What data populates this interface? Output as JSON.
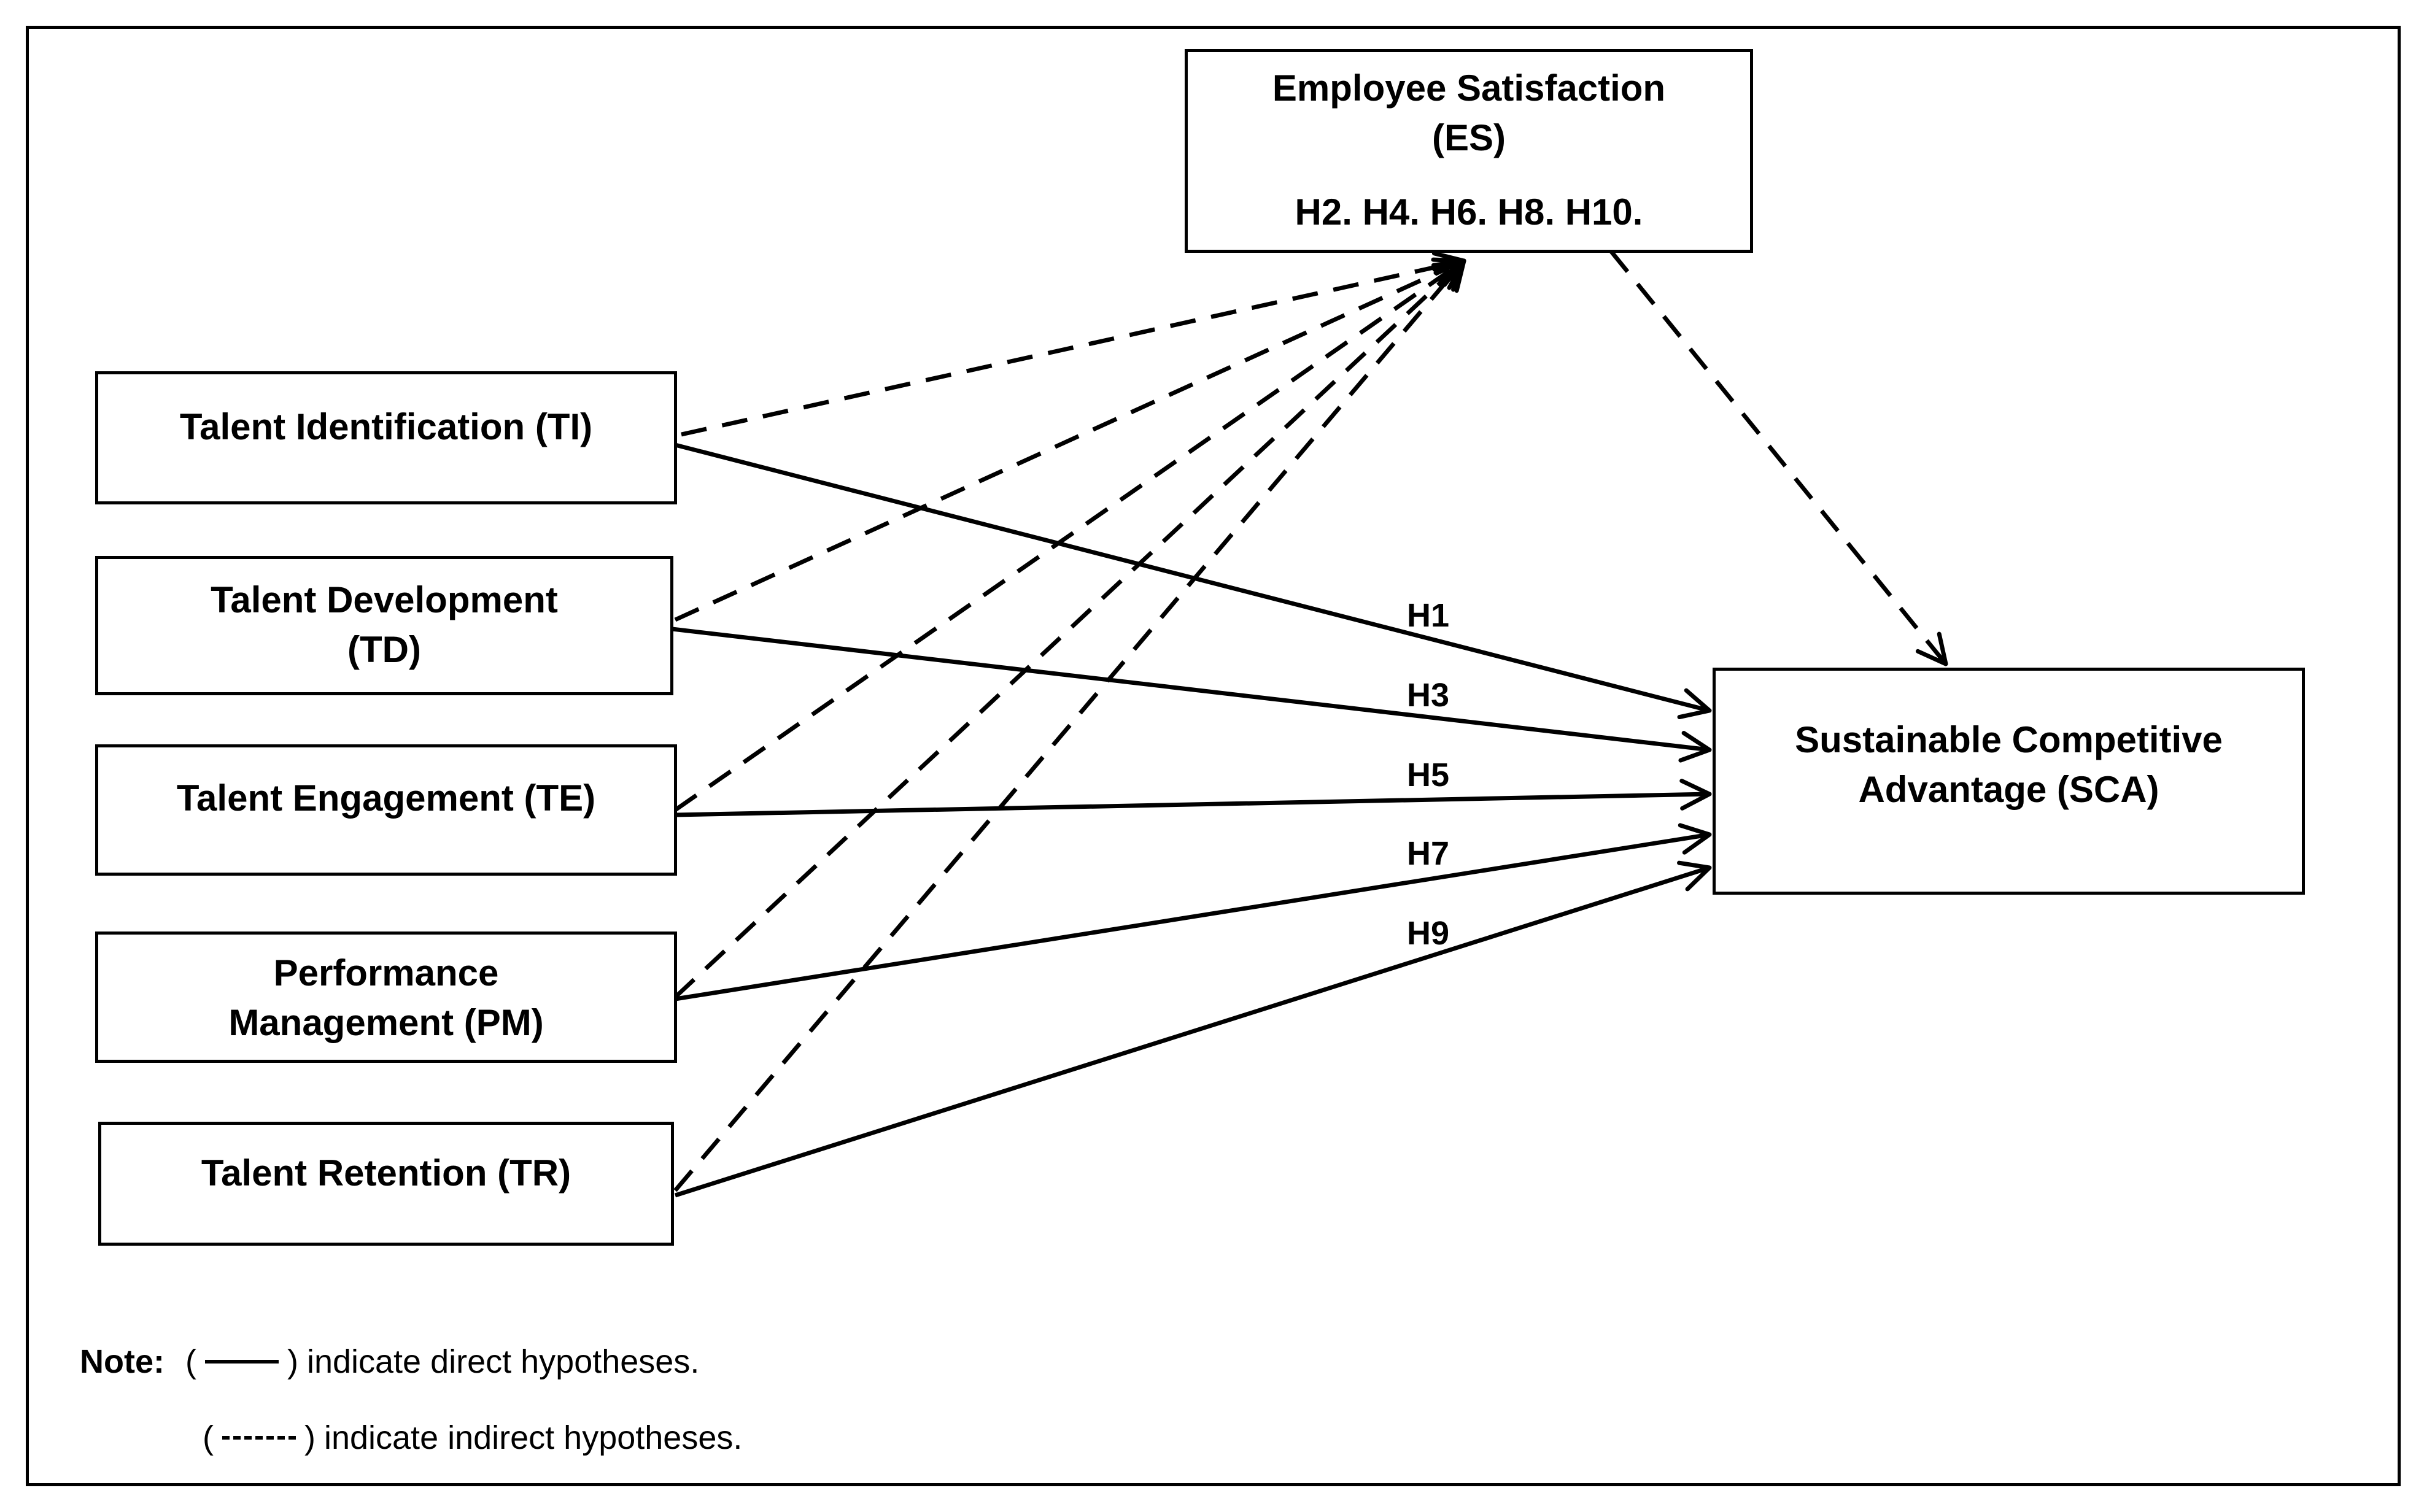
{
  "boxes": {
    "es": {
      "line1": "Employee Satisfaction",
      "line2": "(ES)",
      "line3": "H2. H4. H6. H8. H10."
    },
    "ti": {
      "line1": "Talent Identification (TI)"
    },
    "td": {
      "line1": "Talent Development",
      "line2": "(TD)"
    },
    "te": {
      "line1": "Talent Engagement (TE)"
    },
    "pm": {
      "line1": "Performance",
      "line2": "Management (PM)"
    },
    "tr": {
      "line1": "Talent Retention (TR)"
    },
    "sca": {
      "line1": "Sustainable Competitive",
      "line2": "Advantage (SCA)"
    }
  },
  "hypotheses": [
    "H1",
    "H3",
    "H5",
    "H7",
    "H9"
  ],
  "note": {
    "label": "Note:",
    "solid_text": "indicate direct hypotheses.",
    "dashed_text": "indicate indirect hypotheses.",
    "open": "(",
    "close": ")"
  },
  "colors": {
    "line": "#000000",
    "background": "#ffffff"
  }
}
